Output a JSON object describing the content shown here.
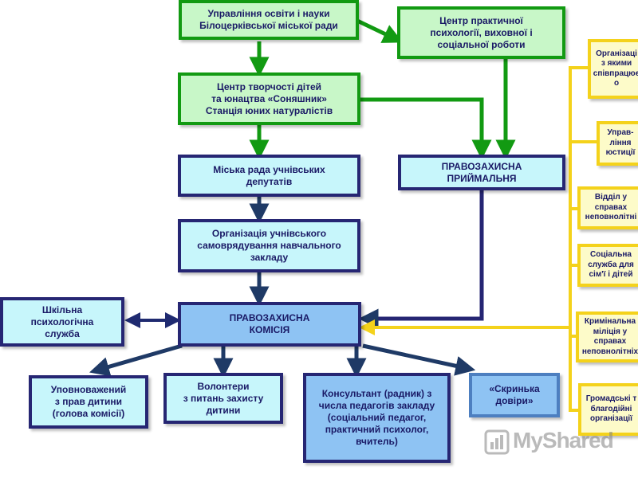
{
  "nodes": {
    "upravlinnia": "Управління освіти і науки\nБілоцерківської міської ради",
    "tsentr_psykholohii": "Центр практичної\nпсихології, виховної і\nсоціальної роботи",
    "tsentr_tvorchosti": "Центр творчості дітей\nта юнацтва «Соняшник»\nСтанція юних натуралістів",
    "miska_rada": "Міська рада учнівських\nдепутатів",
    "pravozakhysna_pryimalnia": "ПРАВОЗАХИСНА\nПРИЙМАЛЬНЯ",
    "orhanizatsiia_samovriaduvannia": "Організація  учнівського\nсамоврядування навчального\nзакладу",
    "shkilna_sluzhba": "Шкільна\nпсихологічна\nслужба",
    "pravozakhysna_komisiia": "ПРАВОЗАХИСНА\nКОМІСІЯ",
    "upovnovazhenyi": "Уповноважений\nз прав дитини\n(голова комісії)",
    "volontery": "Волонтери\nз питань захисту\nдитини",
    "konsultant": "Консультант (радник) з\nчисла педагогів закладу\n(соціальний педагог,\nпрактичний психолог,\nвчитель)",
    "skrynka": "«Скринька\nдовіри»"
  },
  "side_nodes": {
    "orhanizatsii": "Організаці\nз якими\nспівпрацює\nо",
    "upravlinnia_yustytsii": "Управ-\nління\nюстиції",
    "viddil": "Відділ у\nсправах\nнеповнолітні",
    "sotsialna_sluzhba": "Соціальна\nслужба для\nсім'ї і дітей",
    "kryminalna_militsiia": "Кримінальна\nміліція у\nсправах\nнеповнолітніх",
    "hromadski": "Громадські т\nблагодійні\nорганізації"
  },
  "watermark": "MyShared",
  "colors": {
    "green_border": "#129a12",
    "green_fill": "#c8f7c8",
    "navy_border": "#262673",
    "cyan_fill": "#c7f6fb",
    "blue_fill": "#8ec3f3",
    "yellow_border": "#f4d21b",
    "yellow_fill": "#fdfbc9",
    "text": "#1a1a66"
  }
}
